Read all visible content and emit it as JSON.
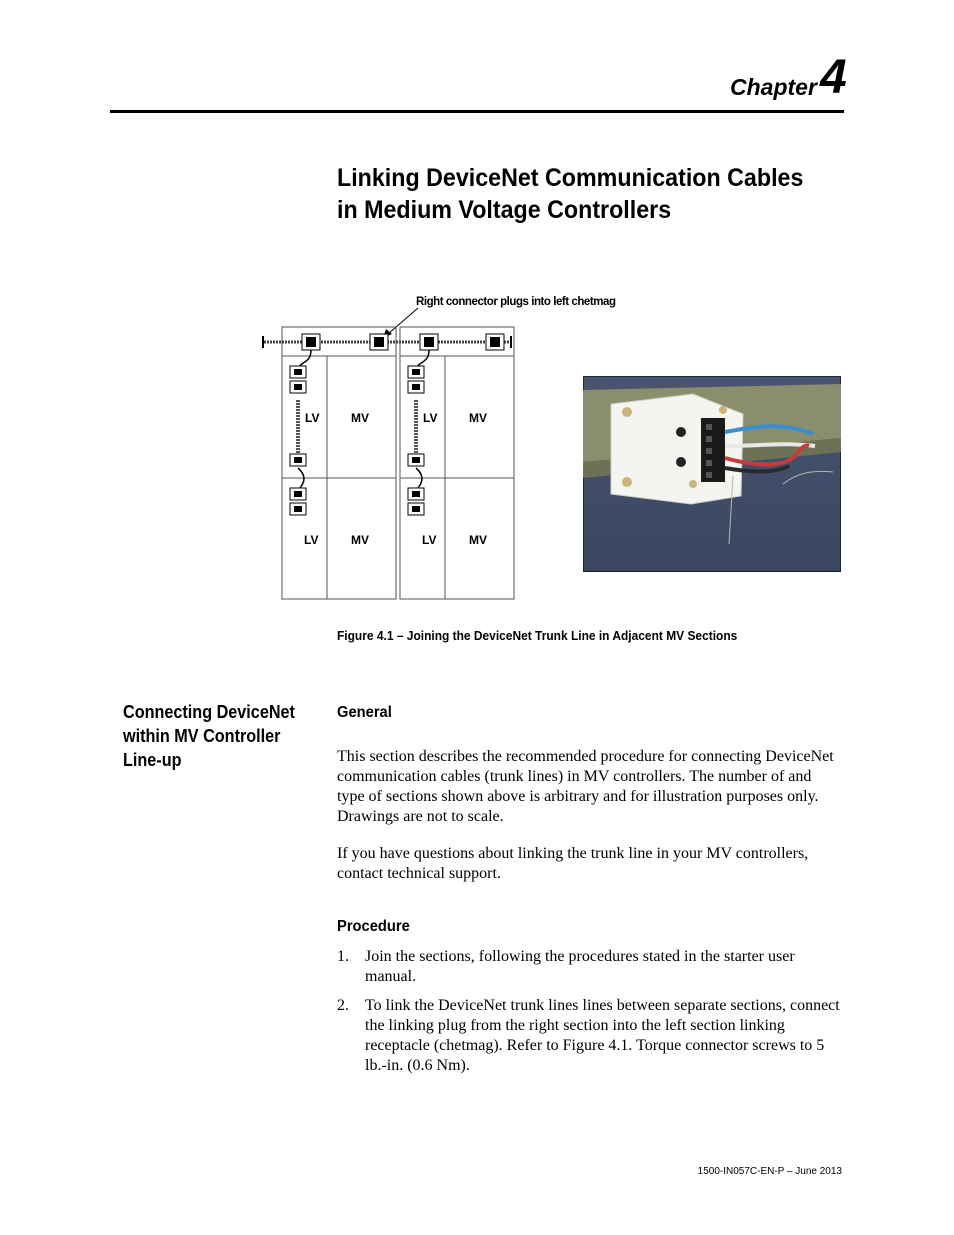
{
  "header": {
    "chapter_label": "Chapter",
    "chapter_number": "4"
  },
  "title": {
    "line1": "Linking DeviceNet Communication Cables",
    "line2": "in Medium Voltage Controllers"
  },
  "figure": {
    "callout": "Right connector plugs into left chetmag",
    "cell_labels": {
      "lv": "LV",
      "mv": "MV"
    },
    "caption": "Figure 4.1 – Joining the DeviceNet Trunk Line in Adjacent MV Sections"
  },
  "section": {
    "side_heading": [
      "Connecting DeviceNet",
      "within MV Controller",
      "Line-up"
    ],
    "general_heading": "General",
    "paragraph1": "This section describes the recommended procedure for connecting DeviceNet communication cables (trunk lines) in MV controllers. The number of and type of sections shown above is arbitrary and for illustration purposes only. Drawings are not to scale.",
    "paragraph2": "If you have questions about linking the trunk line in your MV controllers, contact technical support.",
    "procedure_heading": "Procedure",
    "steps": [
      {
        "num": "1.",
        "text": "Join the sections, following the procedures stated in the starter user manual."
      },
      {
        "num": "2.",
        "text": "To link the DeviceNet trunk lines lines between separate sections, connect the linking plug from the right section into the left section linking receptacle (chetmag). Refer to Figure 4.1. Torque connector screws to 5 lb.-in. (0.6 Nm)."
      }
    ]
  },
  "footer": {
    "doc_ref": "1500-IN057C-EN-P – June 2013"
  }
}
